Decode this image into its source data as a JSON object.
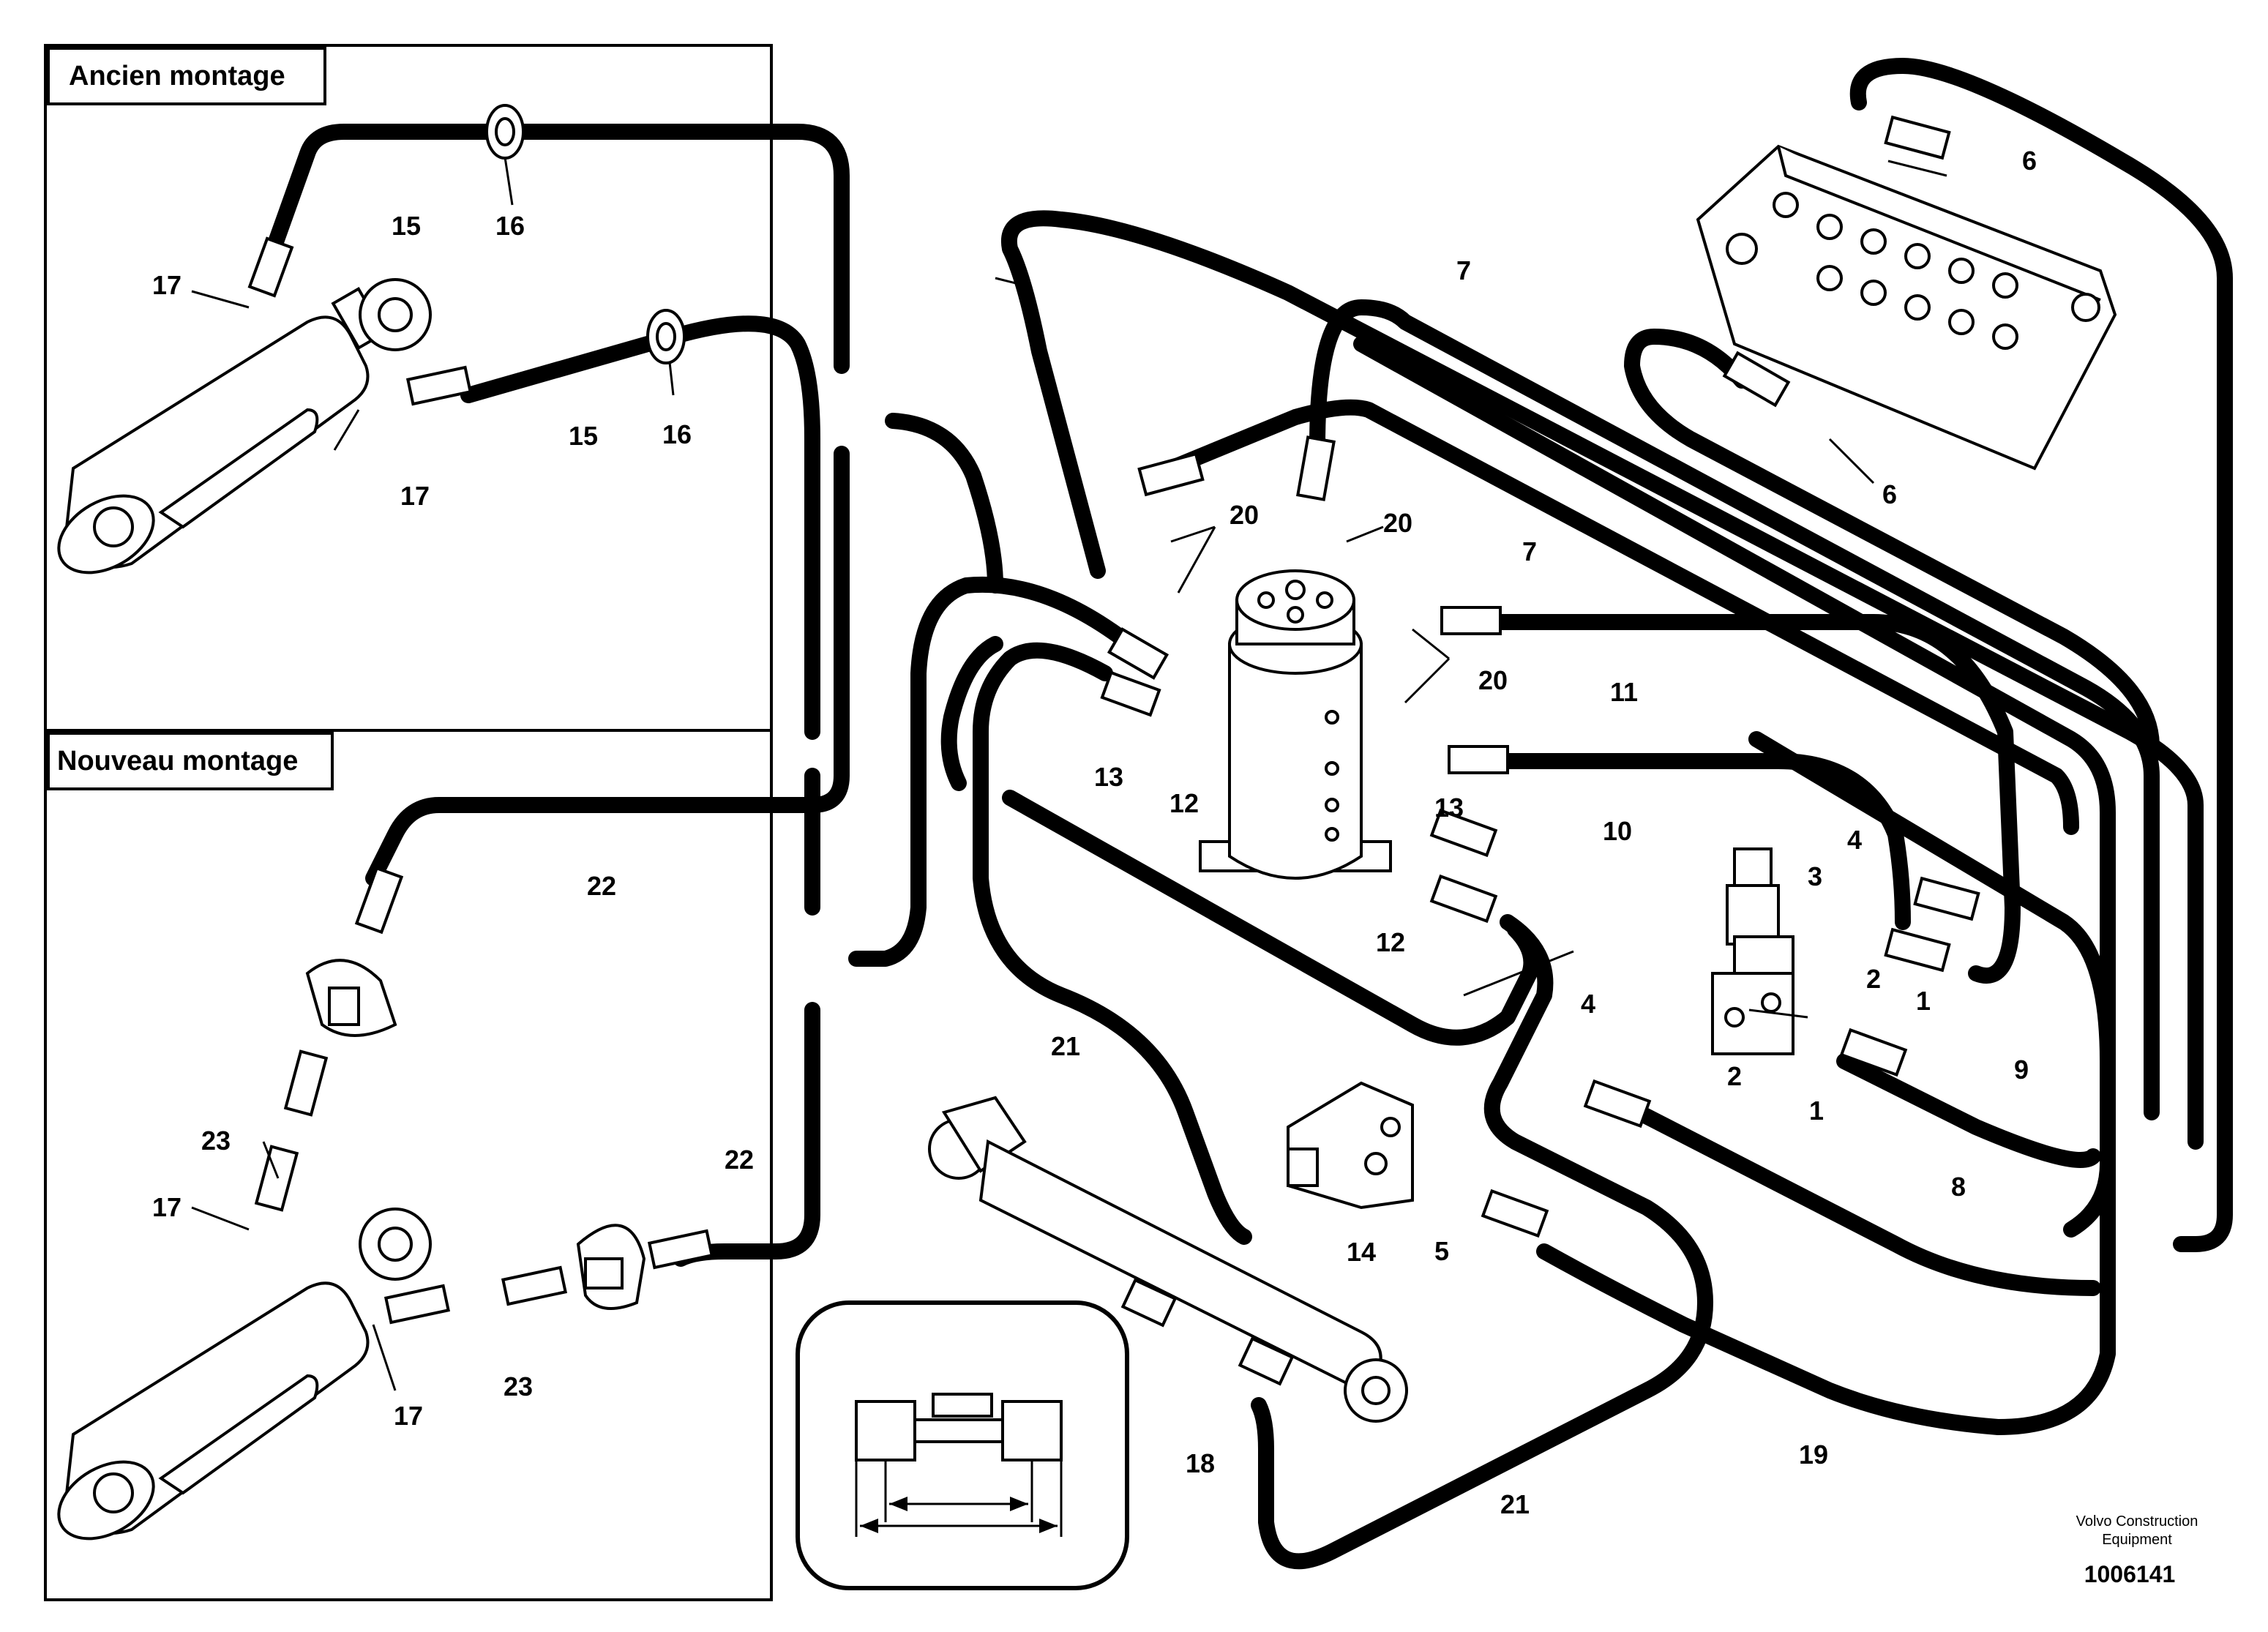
{
  "panels": {
    "old": {
      "title": "Ancien montage"
    },
    "new": {
      "title": "Nouveau montage"
    }
  },
  "callouts": [
    "1",
    "2",
    "3",
    "4",
    "5",
    "6",
    "7",
    "8",
    "9",
    "10",
    "11",
    "12",
    "13",
    "14",
    "15",
    "16",
    "17",
    "18",
    "19",
    "20",
    "21",
    "22",
    "23"
  ],
  "footer": {
    "brand_line1": "Volvo Construction",
    "brand_line2": "Equipment",
    "drawing_number": "1006141"
  }
}
